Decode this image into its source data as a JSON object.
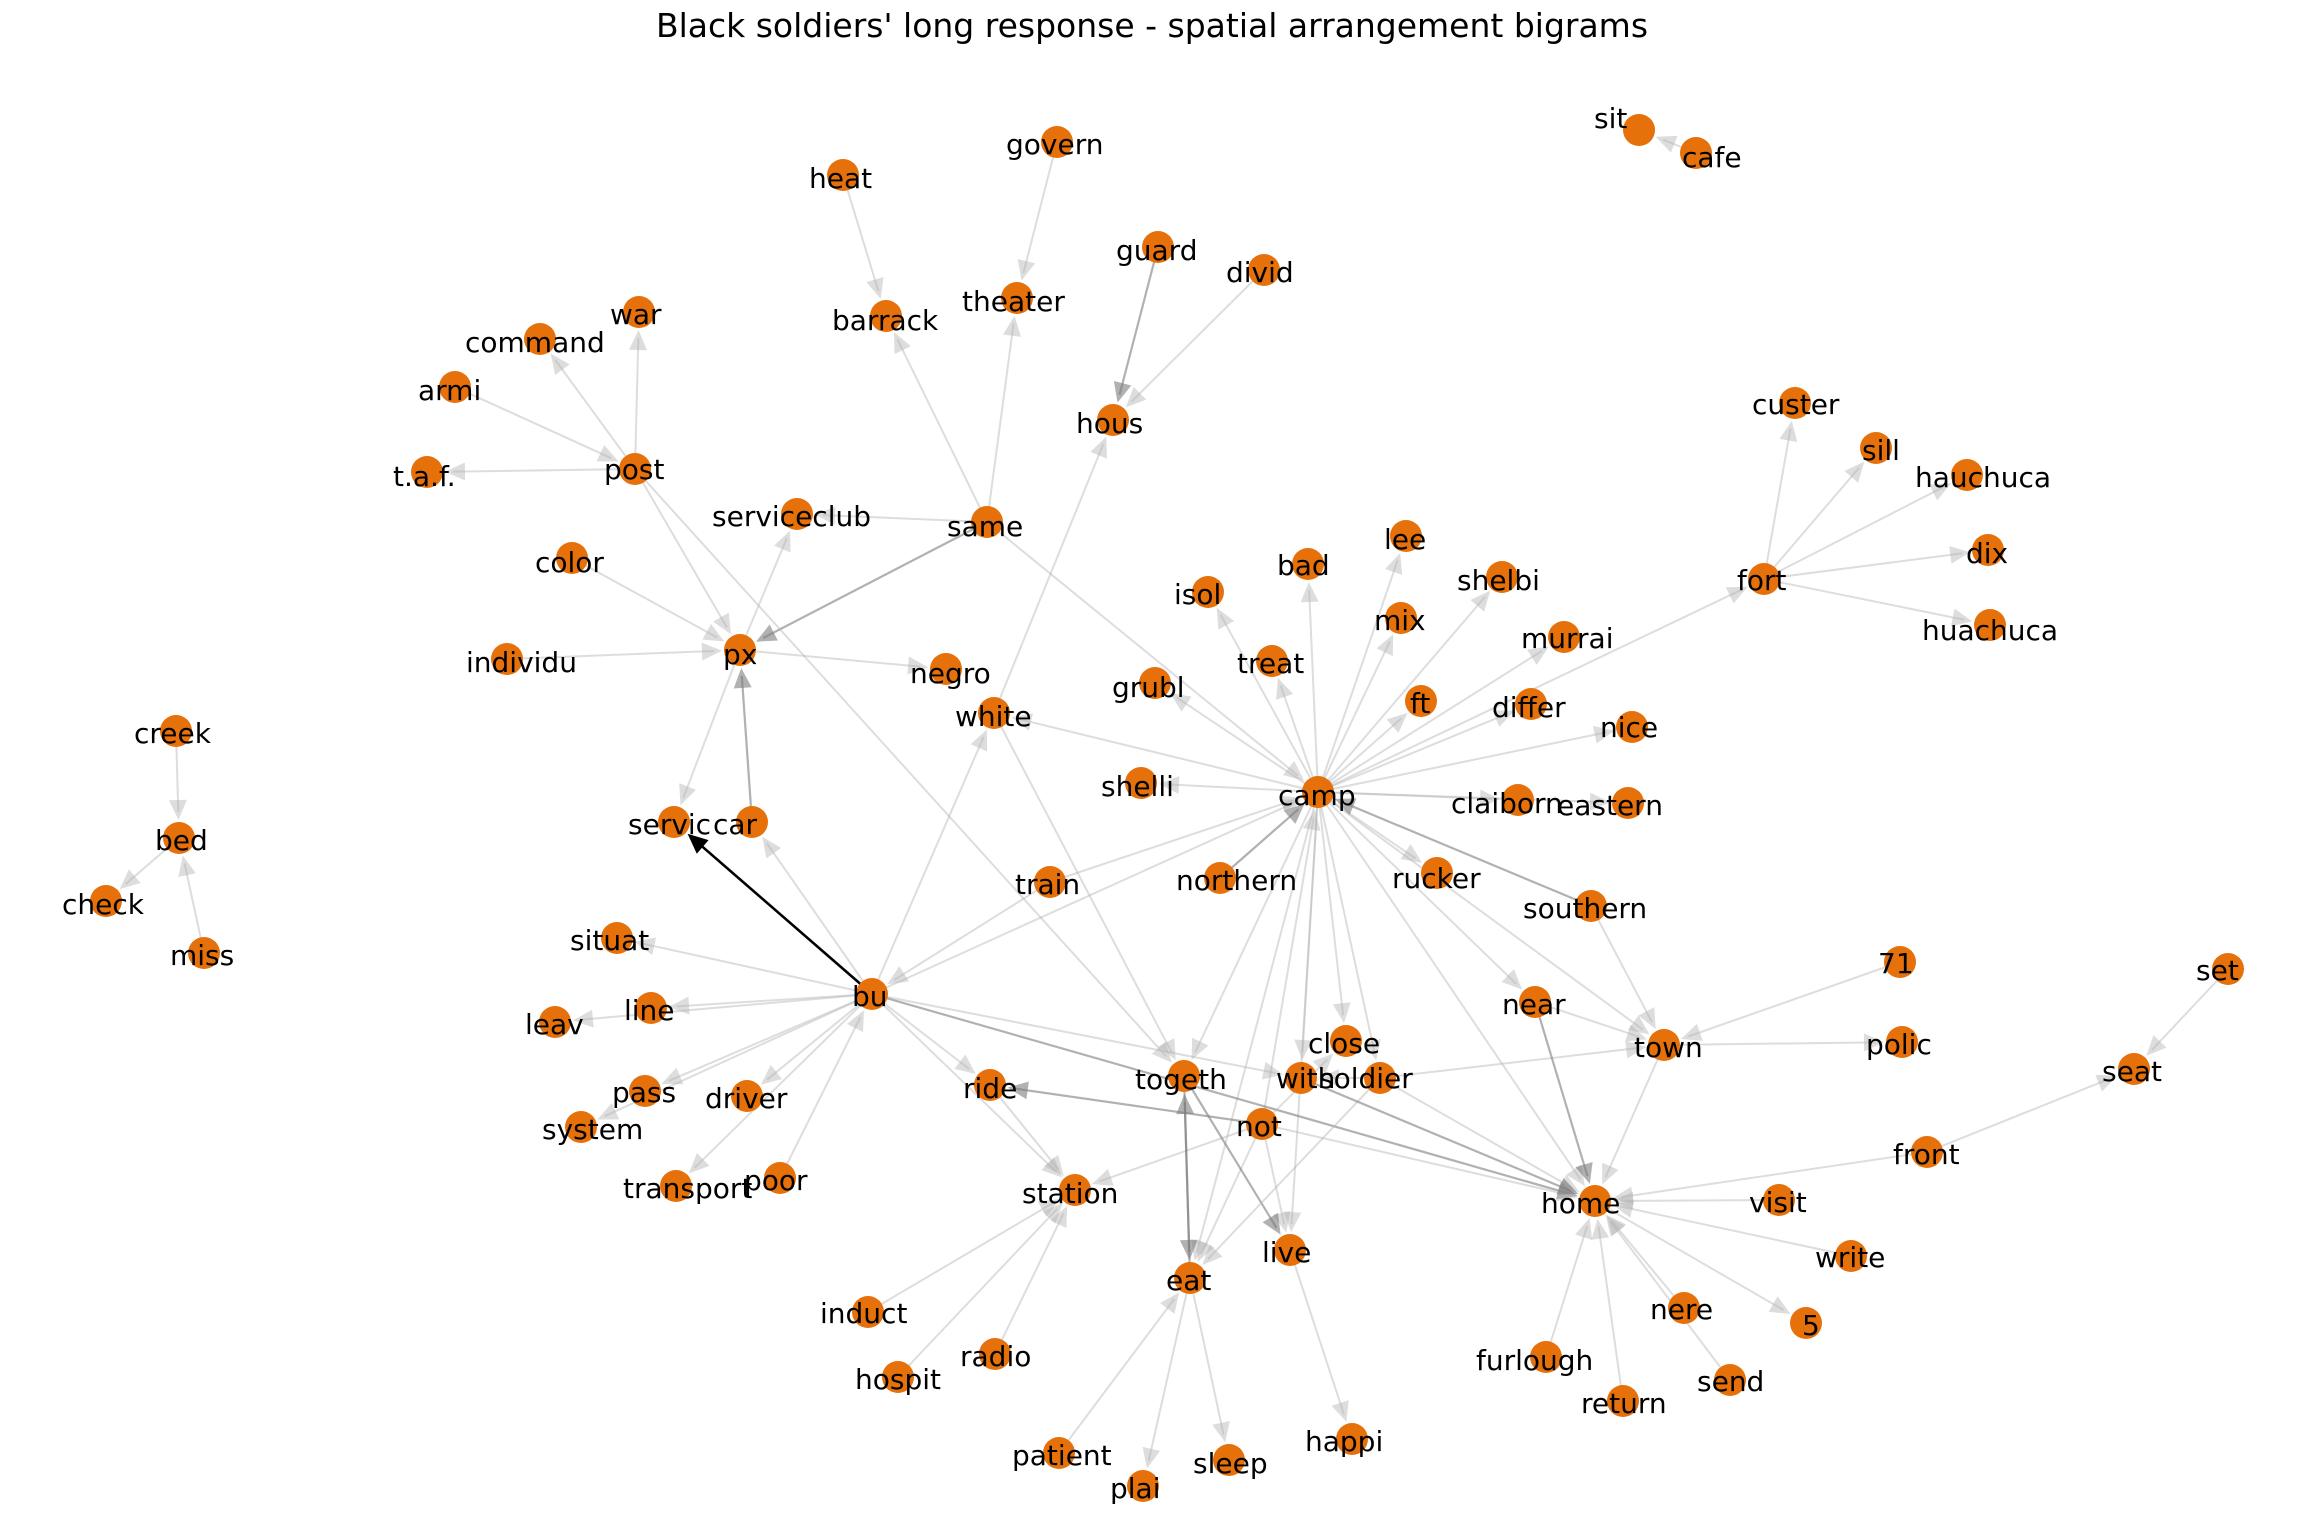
{
  "title": "Black soldiers' long response - spatial arrangement bigrams",
  "colors": {
    "node": "#E6700A",
    "edge": "#b4b4b4",
    "edge_medium": "#7d7d7d",
    "edge_strong": "#000000",
    "label": "#000000",
    "background": "#ffffff"
  },
  "nodes": [
    {
      "id": "sit",
      "label": "sit"
    },
    {
      "id": "cafe",
      "label": "cafe"
    },
    {
      "id": "heat",
      "label": "heat"
    },
    {
      "id": "govern",
      "label": "govern"
    },
    {
      "id": "guard",
      "label": "guard"
    },
    {
      "id": "divid",
      "label": "divid"
    },
    {
      "id": "barrack",
      "label": "barrack"
    },
    {
      "id": "theater",
      "label": "theater"
    },
    {
      "id": "hous",
      "label": "hous"
    },
    {
      "id": "command",
      "label": "command"
    },
    {
      "id": "war",
      "label": "war"
    },
    {
      "id": "armi",
      "label": "armi"
    },
    {
      "id": "taf",
      "label": "t.a.f."
    },
    {
      "id": "post",
      "label": "post"
    },
    {
      "id": "serviceclub",
      "label": "serviceclub"
    },
    {
      "id": "same",
      "label": "same"
    },
    {
      "id": "color",
      "label": "color"
    },
    {
      "id": "individu",
      "label": "individu"
    },
    {
      "id": "px",
      "label": "px"
    },
    {
      "id": "negro",
      "label": "negro"
    },
    {
      "id": "white",
      "label": "white"
    },
    {
      "id": "custer",
      "label": "custer"
    },
    {
      "id": "sill",
      "label": "sill"
    },
    {
      "id": "hauchuca",
      "label": "hauchuca"
    },
    {
      "id": "fort",
      "label": "fort"
    },
    {
      "id": "dix",
      "label": "dix"
    },
    {
      "id": "huachuca",
      "label": "huachuca"
    },
    {
      "id": "bad",
      "label": "bad"
    },
    {
      "id": "lee",
      "label": "lee"
    },
    {
      "id": "isol",
      "label": "isol"
    },
    {
      "id": "shelbi",
      "label": "shelbi"
    },
    {
      "id": "mix",
      "label": "mix"
    },
    {
      "id": "murrai",
      "label": "murrai"
    },
    {
      "id": "treat",
      "label": "treat"
    },
    {
      "id": "grubl",
      "label": "grubl"
    },
    {
      "id": "ft",
      "label": "ft"
    },
    {
      "id": "differ",
      "label": "differ"
    },
    {
      "id": "nice",
      "label": "nice"
    },
    {
      "id": "shelli",
      "label": "shelli"
    },
    {
      "id": "camp",
      "label": "camp"
    },
    {
      "id": "claiborn",
      "label": "claiborn"
    },
    {
      "id": "eastern",
      "label": "eastern"
    },
    {
      "id": "creek",
      "label": "creek"
    },
    {
      "id": "bed",
      "label": "bed"
    },
    {
      "id": "check",
      "label": "check"
    },
    {
      "id": "miss",
      "label": "miss"
    },
    {
      "id": "servic",
      "label": "servic"
    },
    {
      "id": "car",
      "label": "car"
    },
    {
      "id": "train",
      "label": "train"
    },
    {
      "id": "northern",
      "label": "northern"
    },
    {
      "id": "rucker",
      "label": "rucker"
    },
    {
      "id": "southern",
      "label": "southern"
    },
    {
      "id": "situat",
      "label": "situat"
    },
    {
      "id": "bu",
      "label": "bu"
    },
    {
      "id": "leav",
      "label": "leav"
    },
    {
      "id": "line",
      "label": "line"
    },
    {
      "id": "pass",
      "label": "pass"
    },
    {
      "id": "driver",
      "label": "driver"
    },
    {
      "id": "system",
      "label": "system"
    },
    {
      "id": "transport",
      "label": "transport"
    },
    {
      "id": "poor",
      "label": "poor"
    },
    {
      "id": "ride",
      "label": "ride"
    },
    {
      "id": "togeth",
      "label": "togeth"
    },
    {
      "id": "close",
      "label": "close"
    },
    {
      "id": "with",
      "label": "with"
    },
    {
      "id": "soldier",
      "label": "soldier"
    },
    {
      "id": "not",
      "label": "not"
    },
    {
      "id": "near",
      "label": "near"
    },
    {
      "id": "town",
      "label": "town"
    },
    {
      "id": "n71",
      "label": "71"
    },
    {
      "id": "polic",
      "label": "polic"
    },
    {
      "id": "set",
      "label": "set"
    },
    {
      "id": "seat",
      "label": "seat"
    },
    {
      "id": "front",
      "label": "front"
    },
    {
      "id": "station",
      "label": "station"
    },
    {
      "id": "home",
      "label": "home"
    },
    {
      "id": "visit",
      "label": "visit"
    },
    {
      "id": "write",
      "label": "write"
    },
    {
      "id": "live",
      "label": "live"
    },
    {
      "id": "eat",
      "label": "eat"
    },
    {
      "id": "induct",
      "label": "induct"
    },
    {
      "id": "radio",
      "label": "radio"
    },
    {
      "id": "hospit",
      "label": "hospit"
    },
    {
      "id": "nere",
      "label": "nere"
    },
    {
      "id": "n5",
      "label": "5"
    },
    {
      "id": "furlough",
      "label": "furlough"
    },
    {
      "id": "send",
      "label": "send"
    },
    {
      "id": "return",
      "label": "return"
    },
    {
      "id": "happi",
      "label": "happi"
    },
    {
      "id": "patient",
      "label": "patient"
    },
    {
      "id": "sleep",
      "label": "sleep"
    },
    {
      "id": "plai",
      "label": "plai"
    }
  ],
  "edges": [
    {
      "source": "cafe",
      "target": "sit",
      "weight": 1
    },
    {
      "source": "heat",
      "target": "barrack",
      "weight": 1
    },
    {
      "source": "govern",
      "target": "theater",
      "weight": 1
    },
    {
      "source": "guard",
      "target": "hous",
      "weight": 2
    },
    {
      "source": "divid",
      "target": "hous",
      "weight": 1
    },
    {
      "source": "same",
      "target": "barrack",
      "weight": 1
    },
    {
      "source": "same",
      "target": "theater",
      "weight": 1
    },
    {
      "source": "same",
      "target": "serviceclub",
      "weight": 1
    },
    {
      "source": "same",
      "target": "px",
      "weight": 2
    },
    {
      "source": "same",
      "target": "camp",
      "weight": 1
    },
    {
      "source": "armi",
      "target": "post",
      "weight": 1
    },
    {
      "source": "post",
      "target": "command",
      "weight": 1
    },
    {
      "source": "post",
      "target": "war",
      "weight": 1
    },
    {
      "source": "post",
      "target": "taf",
      "weight": 1
    },
    {
      "source": "post",
      "target": "px",
      "weight": 1
    },
    {
      "source": "post",
      "target": "togeth",
      "weight": 1
    },
    {
      "source": "color",
      "target": "px",
      "weight": 1
    },
    {
      "source": "individu",
      "target": "px",
      "weight": 1
    },
    {
      "source": "px",
      "target": "servic",
      "weight": 1
    },
    {
      "source": "px",
      "target": "serviceclub",
      "weight": 1
    },
    {
      "source": "px",
      "target": "negro",
      "weight": 1
    },
    {
      "source": "car",
      "target": "px",
      "weight": 2
    },
    {
      "source": "bu",
      "target": "servic",
      "weight": 5
    },
    {
      "source": "bu",
      "target": "car",
      "weight": 1
    },
    {
      "source": "camp",
      "target": "white",
      "weight": 1
    },
    {
      "source": "bu",
      "target": "white",
      "weight": 1
    },
    {
      "source": "white",
      "target": "hous",
      "weight": 1
    },
    {
      "source": "white",
      "target": "togeth",
      "weight": 1
    },
    {
      "source": "fort",
      "target": "custer",
      "weight": 1
    },
    {
      "source": "fort",
      "target": "sill",
      "weight": 1
    },
    {
      "source": "fort",
      "target": "hauchuca",
      "weight": 1
    },
    {
      "source": "fort",
      "target": "dix",
      "weight": 1
    },
    {
      "source": "fort",
      "target": "huachuca",
      "weight": 1
    },
    {
      "source": "camp",
      "target": "fort",
      "weight": 1
    },
    {
      "source": "camp",
      "target": "bad",
      "weight": 1
    },
    {
      "source": "camp",
      "target": "lee",
      "weight": 1
    },
    {
      "source": "camp",
      "target": "isol",
      "weight": 1
    },
    {
      "source": "camp",
      "target": "shelbi",
      "weight": 1
    },
    {
      "source": "camp",
      "target": "mix",
      "weight": 1
    },
    {
      "source": "camp",
      "target": "murrai",
      "weight": 1
    },
    {
      "source": "camp",
      "target": "treat",
      "weight": 1
    },
    {
      "source": "camp",
      "target": "grubl",
      "weight": 1
    },
    {
      "source": "camp",
      "target": "ft",
      "weight": 1
    },
    {
      "source": "camp",
      "target": "differ",
      "weight": 1
    },
    {
      "source": "camp",
      "target": "nice",
      "weight": 1
    },
    {
      "source": "camp",
      "target": "shelli",
      "weight": 1
    },
    {
      "source": "camp",
      "target": "claiborn",
      "weight": 1
    },
    {
      "source": "camp",
      "target": "eastern",
      "weight": 1
    },
    {
      "source": "camp",
      "target": "rucker",
      "weight": 1
    },
    {
      "source": "camp",
      "target": "near",
      "weight": 1
    },
    {
      "source": "camp",
      "target": "togeth",
      "weight": 1
    },
    {
      "source": "camp",
      "target": "close",
      "weight": 1
    },
    {
      "source": "camp",
      "target": "with",
      "weight": 1
    },
    {
      "source": "camp",
      "target": "soldier",
      "weight": 1
    },
    {
      "source": "camp",
      "target": "live",
      "weight": 1
    },
    {
      "source": "camp",
      "target": "eat",
      "weight": 1
    },
    {
      "source": "camp",
      "target": "home",
      "weight": 1
    },
    {
      "source": "camp",
      "target": "town",
      "weight": 1
    },
    {
      "source": "southern",
      "target": "camp",
      "weight": 2
    },
    {
      "source": "northern",
      "target": "camp",
      "weight": 2
    },
    {
      "source": "train",
      "target": "camp",
      "weight": 1
    },
    {
      "source": "bu",
      "target": "camp",
      "weight": 1
    },
    {
      "source": "not",
      "target": "camp",
      "weight": 1
    },
    {
      "source": "bed",
      "target": "check",
      "weight": 1
    },
    {
      "source": "creek",
      "target": "bed",
      "weight": 1
    },
    {
      "source": "miss",
      "target": "bed",
      "weight": 1
    },
    {
      "source": "bu",
      "target": "situat",
      "weight": 1
    },
    {
      "source": "bu",
      "target": "leav",
      "weight": 1
    },
    {
      "source": "bu",
      "target": "line",
      "weight": 1
    },
    {
      "source": "bu",
      "target": "pass",
      "weight": 1
    },
    {
      "source": "bu",
      "target": "driver",
      "weight": 1
    },
    {
      "source": "bu",
      "target": "system",
      "weight": 1
    },
    {
      "source": "bu",
      "target": "transport",
      "weight": 1
    },
    {
      "source": "poor",
      "target": "bu",
      "weight": 1
    },
    {
      "source": "train",
      "target": "bu",
      "weight": 1
    },
    {
      "source": "bu",
      "target": "ride",
      "weight": 1
    },
    {
      "source": "bu",
      "target": "station",
      "weight": 1
    },
    {
      "source": "bu",
      "target": "with",
      "weight": 1
    },
    {
      "source": "bu",
      "target": "home",
      "weight": 2
    },
    {
      "source": "not",
      "target": "ride",
      "weight": 2
    },
    {
      "source": "not",
      "target": "station",
      "weight": 1
    },
    {
      "source": "not",
      "target": "eat",
      "weight": 1
    },
    {
      "source": "not",
      "target": "live",
      "weight": 1
    },
    {
      "source": "not",
      "target": "home",
      "weight": 1
    },
    {
      "source": "not",
      "target": "close",
      "weight": 1
    },
    {
      "source": "togeth",
      "target": "eat",
      "weight": 2
    },
    {
      "source": "togeth",
      "target": "live",
      "weight": 2
    },
    {
      "source": "eat",
      "target": "togeth",
      "weight": 2
    },
    {
      "source": "soldier",
      "target": "with",
      "weight": 1
    },
    {
      "source": "soldier",
      "target": "town",
      "weight": 1
    },
    {
      "source": "soldier",
      "target": "home",
      "weight": 1
    },
    {
      "source": "soldier",
      "target": "eat",
      "weight": 1
    },
    {
      "source": "with",
      "target": "home",
      "weight": 2
    },
    {
      "source": "near",
      "target": "home",
      "weight": 2
    },
    {
      "source": "near",
      "target": "town",
      "weight": 1
    },
    {
      "source": "southern",
      "target": "town",
      "weight": 1
    },
    {
      "source": "town",
      "target": "home",
      "weight": 1
    },
    {
      "source": "n71",
      "target": "town",
      "weight": 1
    },
    {
      "source": "town",
      "target": "polic",
      "weight": 1
    },
    {
      "source": "set",
      "target": "seat",
      "weight": 1
    },
    {
      "source": "front",
      "target": "seat",
      "weight": 1
    },
    {
      "source": "front",
      "target": "home",
      "weight": 1
    },
    {
      "source": "visit",
      "target": "home",
      "weight": 1
    },
    {
      "source": "write",
      "target": "home",
      "weight": 1
    },
    {
      "source": "home",
      "target": "n5",
      "weight": 1
    },
    {
      "source": "nere",
      "target": "home",
      "weight": 1
    },
    {
      "source": "send",
      "target": "home",
      "weight": 1
    },
    {
      "source": "furlough",
      "target": "home",
      "weight": 1
    },
    {
      "source": "return",
      "target": "home",
      "weight": 1
    },
    {
      "source": "ride",
      "target": "station",
      "weight": 1
    },
    {
      "source": "induct",
      "target": "station",
      "weight": 1
    },
    {
      "source": "radio",
      "target": "station",
      "weight": 1
    },
    {
      "source": "hospit",
      "target": "station",
      "weight": 1
    },
    {
      "source": "live",
      "target": "happi",
      "weight": 1
    },
    {
      "source": "patient",
      "target": "eat",
      "weight": 1
    },
    {
      "source": "eat",
      "target": "sleep",
      "weight": 1
    },
    {
      "source": "eat",
      "target": "plai",
      "weight": 1
    }
  ]
}
